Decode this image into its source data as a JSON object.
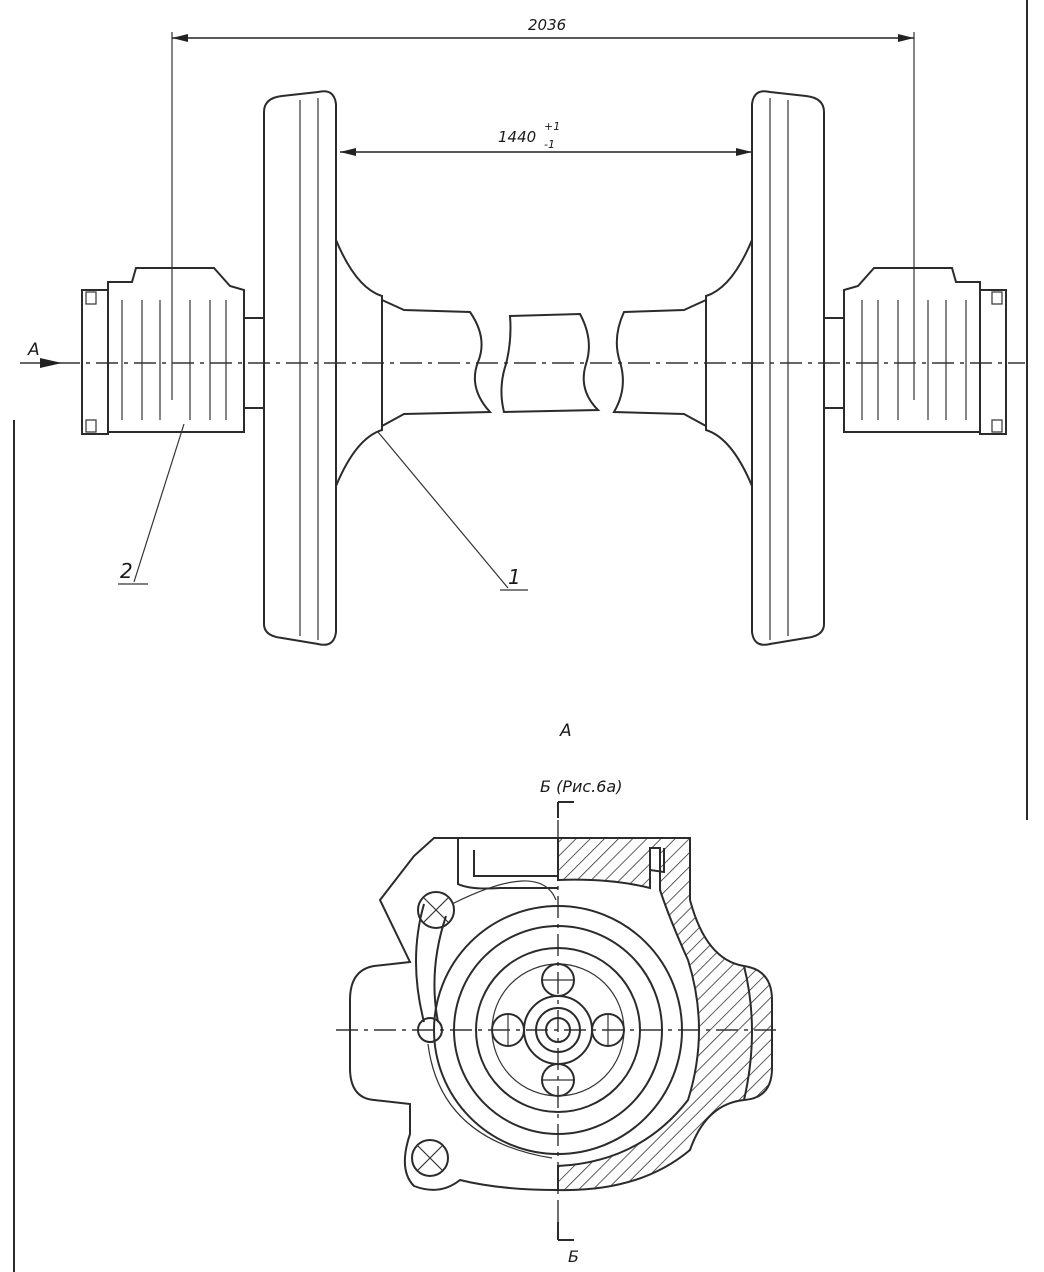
{
  "figure": {
    "dimensions": {
      "overall_width": "2036",
      "track_gauge": "1440",
      "track_gauge_tol_upper": "+1",
      "track_gauge_tol_lower": "-1"
    },
    "section_mark_A": "A",
    "callouts": [
      "1",
      "2"
    ],
    "view_A_title": "A",
    "section_B_ref": "Б (Рис.6а)",
    "section_B_bottom": "Б"
  }
}
